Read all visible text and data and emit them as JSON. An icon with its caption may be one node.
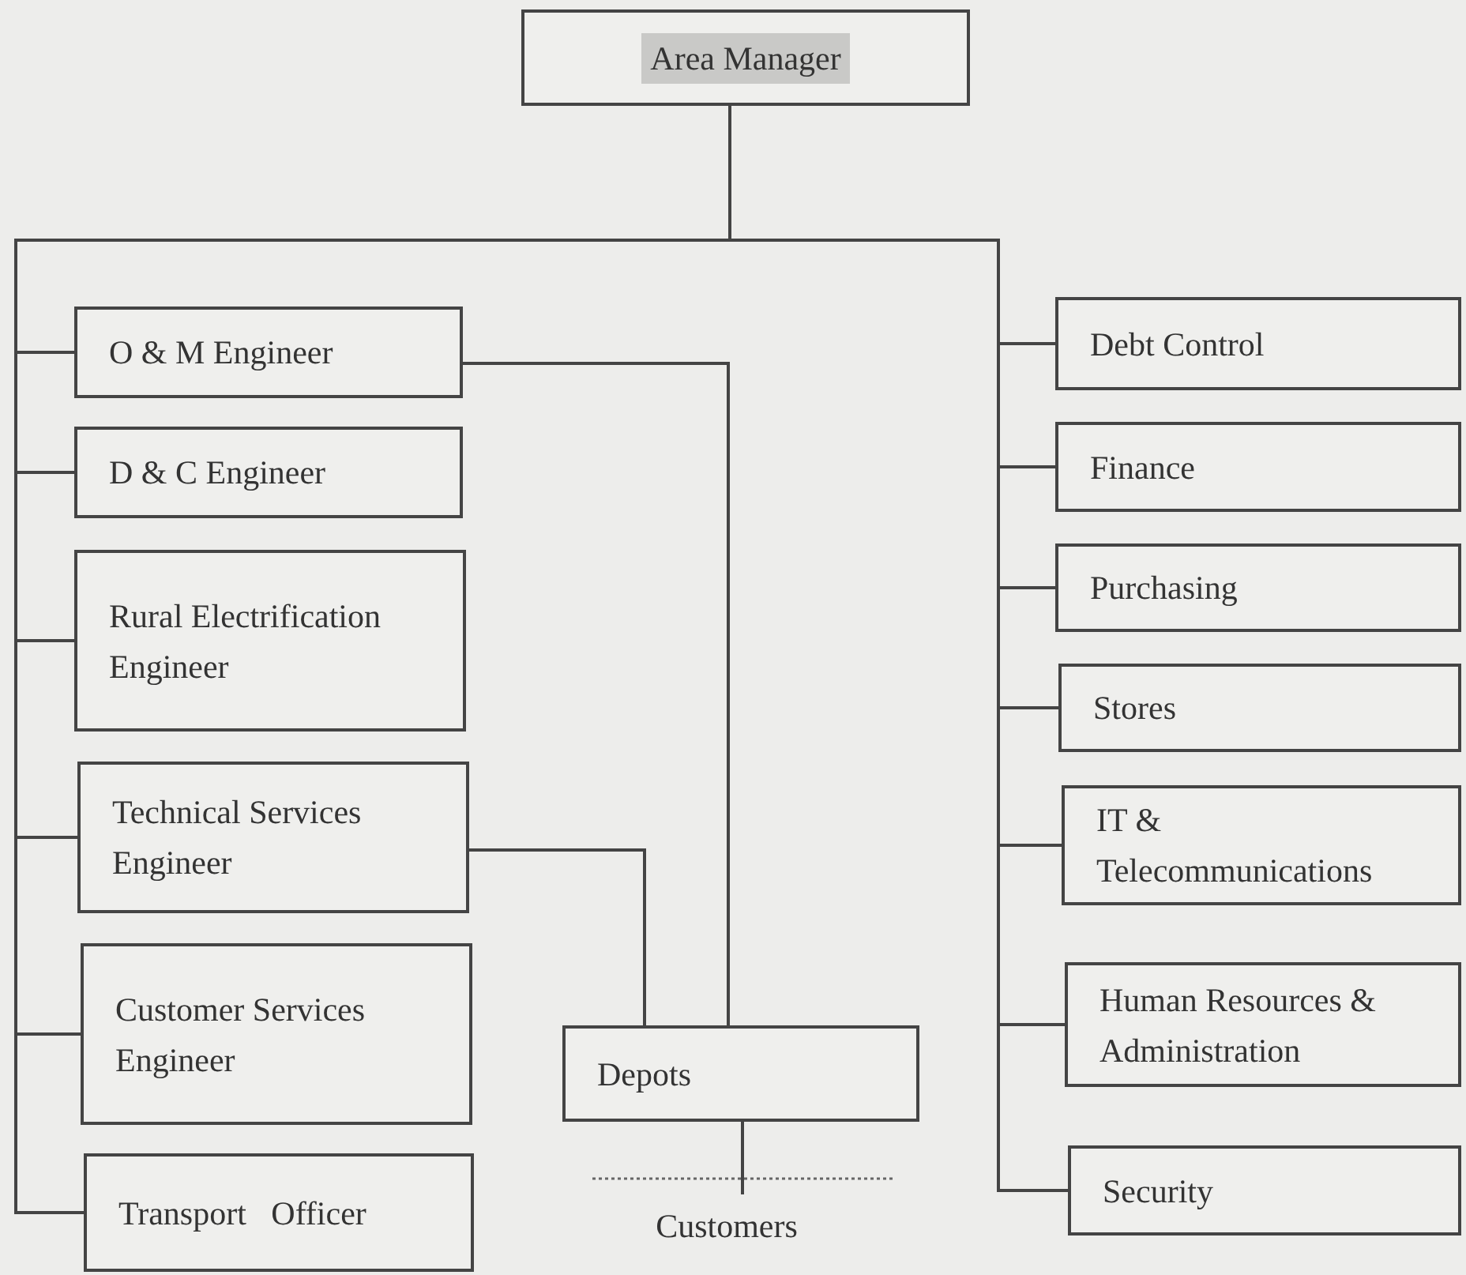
{
  "diagram": {
    "nodes": [
      {
        "text": [
          "Area Manager"
        ]
      },
      {
        "text": [
          "O & M Engineer"
        ]
      },
      {
        "text": [
          "D & C Engineer"
        ]
      },
      {
        "text": [
          "Rural Electrification Engineer"
        ]
      },
      {
        "text": [
          "Technical Services Engineer"
        ]
      },
      {
        "text": [
          "Customer Services Engineer"
        ]
      },
      {
        "text": [
          "Transport   Officer"
        ]
      },
      {
        "text": [
          "Depots"
        ]
      },
      {
        "text": [
          "Debt Control"
        ]
      },
      {
        "text": [
          "Finance"
        ]
      },
      {
        "text": [
          "Purchasing"
        ]
      },
      {
        "text": [
          "Stores"
        ]
      },
      {
        "text": [
          "IT & Telecommunications"
        ]
      },
      {
        "text": [
          "Human Resources & Administration"
        ]
      },
      {
        "text": [
          "Security"
        ]
      },
      {
        "text": [
          "Customers"
        ]
      }
    ],
    "edges": [
      {
        "from": 0,
        "to": 1,
        "arrow": "none"
      },
      {
        "from": 0,
        "to": 2,
        "arrow": "none"
      },
      {
        "from": 0,
        "to": 3,
        "arrow": "none"
      },
      {
        "from": 0,
        "to": 4,
        "arrow": "none"
      },
      {
        "from": 0,
        "to": 5,
        "arrow": "none"
      },
      {
        "from": 0,
        "to": 6,
        "arrow": "none"
      },
      {
        "from": 0,
        "to": 8,
        "arrow": "none"
      },
      {
        "from": 0,
        "to": 9,
        "arrow": "none"
      },
      {
        "from": 0,
        "to": 10,
        "arrow": "none"
      },
      {
        "from": 0,
        "to": 11,
        "arrow": "none"
      },
      {
        "from": 0,
        "to": 12,
        "arrow": "none"
      },
      {
        "from": 0,
        "to": 13,
        "arrow": "none"
      },
      {
        "from": 0,
        "to": 14,
        "arrow": "none"
      },
      {
        "from": 1,
        "to": 7,
        "arrow": "none"
      },
      {
        "from": 4,
        "to": 7,
        "arrow": "none"
      },
      {
        "from": 7,
        "to": 15,
        "arrow": "none"
      }
    ]
  }
}
